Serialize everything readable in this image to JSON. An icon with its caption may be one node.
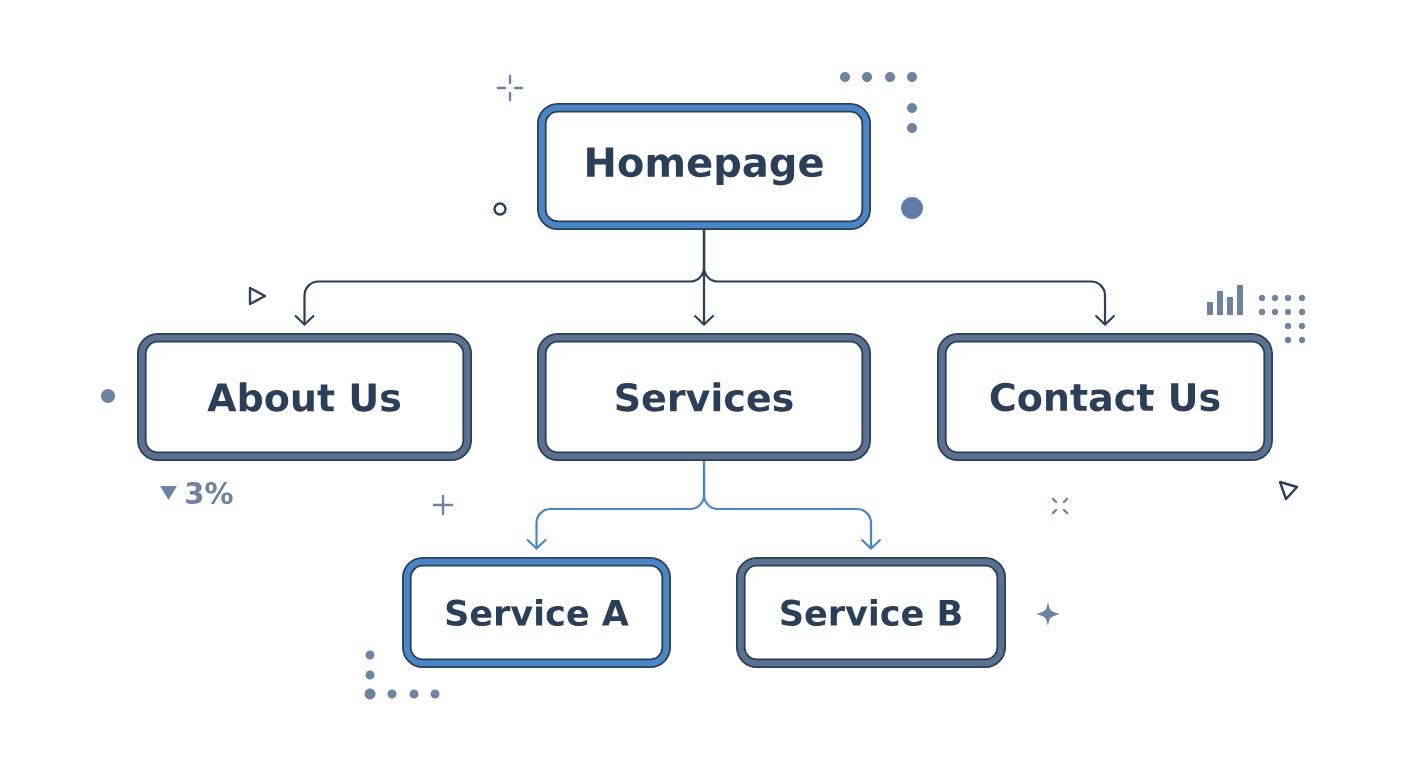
{
  "diagram": {
    "nodes": [
      {
        "text": [
          "Homepage"
        ]
      },
      {
        "text": [
          "About Us"
        ],
        "beside": [
          "3%"
        ]
      },
      {
        "text": [
          "Services"
        ]
      },
      {
        "text": [
          "Contact Us"
        ]
      },
      {
        "text": [
          "Service A"
        ]
      },
      {
        "text": [
          "Service B"
        ]
      }
    ],
    "edges": [
      {
        "from": 0,
        "to": 1,
        "arrow": "to"
      },
      {
        "from": 0,
        "to": 2,
        "arrow": "to"
      },
      {
        "from": 0,
        "to": 3,
        "arrow": "to"
      },
      {
        "from": 2,
        "to": 4,
        "arrow": "to",
        "color": "#4a86c5"
      },
      {
        "from": 2,
        "to": 5,
        "arrow": "to",
        "color": "#4a86c5"
      }
    ]
  }
}
